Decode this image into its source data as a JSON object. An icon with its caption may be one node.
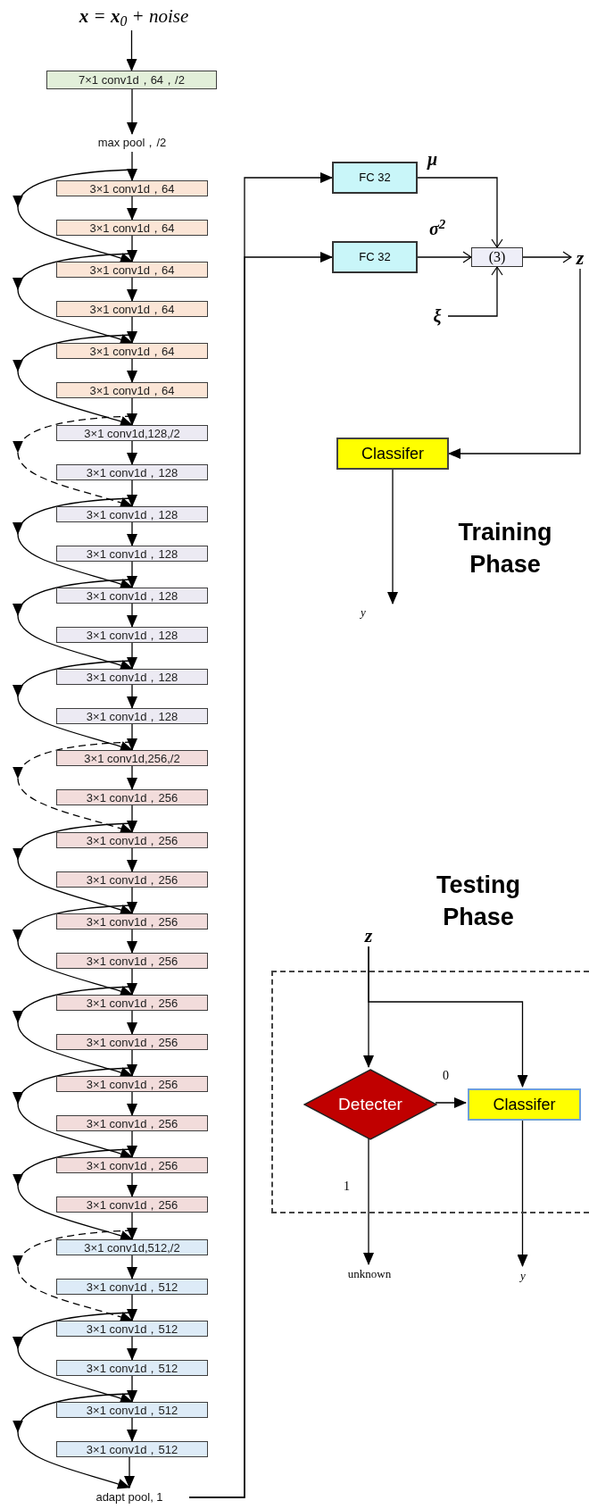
{
  "diagram": {
    "nodes": [
      {
        "text": [
          "**x** = **x**$_{0}$ + noise"
        ]
      },
      {
        "text": [
          "7×1 conv1d，64，/2"
        ]
      },
      {
        "text": [
          "max pool，/2"
        ]
      },
      {
        "text": [
          "3×1 conv1d，64"
        ]
      },
      {
        "text": [
          "3×1 conv1d，64"
        ]
      },
      {
        "text": [
          "3×1 conv1d，64"
        ]
      },
      {
        "text": [
          "3×1 conv1d，64"
        ]
      },
      {
        "text": [
          "3×1 conv1d，64"
        ]
      },
      {
        "text": [
          "3×1 conv1d，64"
        ]
      },
      {
        "text": [
          "3×1 conv1d,128,/2"
        ]
      },
      {
        "text": [
          "3×1 conv1d，128"
        ]
      },
      {
        "text": [
          "3×1 conv1d，128"
        ]
      },
      {
        "text": [
          "3×1 conv1d，128"
        ]
      },
      {
        "text": [
          "3×1 conv1d，128"
        ]
      },
      {
        "text": [
          "3×1 conv1d，128"
        ]
      },
      {
        "text": [
          "3×1 conv1d，128"
        ]
      },
      {
        "text": [
          "3×1 conv1d，128"
        ]
      },
      {
        "text": [
          "3×1 conv1d,256,/2"
        ]
      },
      {
        "text": [
          "3×1 conv1d，256"
        ]
      },
      {
        "text": [
          "3×1 conv1d，256"
        ]
      },
      {
        "text": [
          "3×1 conv1d，256"
        ]
      },
      {
        "text": [
          "3×1 conv1d，256"
        ]
      },
      {
        "text": [
          "3×1 conv1d，256"
        ]
      },
      {
        "text": [
          "3×1 conv1d，256"
        ]
      },
      {
        "text": [
          "3×1 conv1d，256"
        ]
      },
      {
        "text": [
          "3×1 conv1d，256"
        ]
      },
      {
        "text": [
          "3×1 conv1d，256"
        ]
      },
      {
        "text": [
          "3×1 conv1d，256"
        ]
      },
      {
        "text": [
          "3×1 conv1d，256"
        ]
      },
      {
        "text": [
          "3×1 conv1d,512,/2"
        ]
      },
      {
        "text": [
          "3×1 conv1d，512"
        ]
      },
      {
        "text": [
          "3×1 conv1d，512"
        ]
      },
      {
        "text": [
          "3×1 conv1d，512"
        ]
      },
      {
        "text": [
          "3×1 conv1d，512"
        ]
      },
      {
        "text": [
          "3×1 conv1d，512"
        ]
      },
      {
        "text": [
          "adapt pool, 1"
        ]
      },
      {
        "text": [
          "FC 32"
        ]
      },
      {
        "text": [
          "FC 32"
        ]
      },
      {
        "text": [
          "(3)"
        ]
      },
      {
        "text": [
          "z"
        ]
      },
      {
        "text": [
          "ξ"
        ]
      },
      {
        "text": [
          "Classifer"
        ]
      },
      {
        "text": [
          "y"
        ]
      },
      {
        "text": [
          "z"
        ]
      },
      {
        "text": [],
        "shape": "box"
      },
      {
        "text": [
          "Detecter"
        ],
        "in": 44
      },
      {
        "text": [
          "Classifer"
        ],
        "in": 44
      },
      {
        "text": [
          "unknown"
        ]
      },
      {
        "text": [
          "y"
        ]
      }
    ],
    "edges": [
      {
        "from": 0,
        "to": 1,
        "arrow": "to"
      },
      {
        "from": 1,
        "to": 2,
        "arrow": "to"
      },
      {
        "from": 2,
        "to": 3,
        "arrow": "to"
      },
      {
        "from": 3,
        "to": 4,
        "arrow": "to"
      },
      {
        "from": 4,
        "to": 5,
        "arrow": "to"
      },
      {
        "from": 5,
        "to": 6,
        "arrow": "to"
      },
      {
        "from": 6,
        "to": 7,
        "arrow": "to"
      },
      {
        "from": 7,
        "to": 8,
        "arrow": "to"
      },
      {
        "from": 8,
        "to": 9,
        "arrow": "to"
      },
      {
        "from": 9,
        "to": 10,
        "arrow": "to"
      },
      {
        "from": 10,
        "to": 11,
        "arrow": "to"
      },
      {
        "from": 11,
        "to": 12,
        "arrow": "to"
      },
      {
        "from": 12,
        "to": 13,
        "arrow": "to"
      },
      {
        "from": 13,
        "to": 14,
        "arrow": "to"
      },
      {
        "from": 14,
        "to": 15,
        "arrow": "to"
      },
      {
        "from": 15,
        "to": 16,
        "arrow": "to"
      },
      {
        "from": 16,
        "to": 17,
        "arrow": "to"
      },
      {
        "from": 17,
        "to": 18,
        "arrow": "to"
      },
      {
        "from": 18,
        "to": 19,
        "arrow": "to"
      },
      {
        "from": 19,
        "to": 20,
        "arrow": "to"
      },
      {
        "from": 20,
        "to": 21,
        "arrow": "to"
      },
      {
        "from": 21,
        "to": 22,
        "arrow": "to"
      },
      {
        "from": 22,
        "to": 23,
        "arrow": "to"
      },
      {
        "from": 23,
        "to": 24,
        "arrow": "to"
      },
      {
        "from": 24,
        "to": 25,
        "arrow": "to"
      },
      {
        "from": 25,
        "to": 26,
        "arrow": "to"
      },
      {
        "from": 26,
        "to": 27,
        "arrow": "to"
      },
      {
        "from": 27,
        "to": 28,
        "arrow": "to"
      },
      {
        "from": 28,
        "to": 29,
        "arrow": "to"
      },
      {
        "from": 29,
        "to": 30,
        "arrow": "to"
      },
      {
        "from": 30,
        "to": 31,
        "arrow": "to"
      },
      {
        "from": 31,
        "to": 32,
        "arrow": "to"
      },
      {
        "from": 32,
        "to": 33,
        "arrow": "to"
      },
      {
        "from": 33,
        "to": 34,
        "arrow": "to"
      },
      {
        "from": 34,
        "to": 35,
        "arrow": "to"
      },
      {
        "from": 2,
        "to": 5,
        "arrow": "to"
      },
      {
        "from": 4,
        "to": 7,
        "arrow": "to"
      },
      {
        "from": 6,
        "to": 9,
        "arrow": "to"
      },
      {
        "from": 8,
        "to": 11,
        "arrow": "to",
        "style": "dashed"
      },
      {
        "from": 10,
        "to": 13,
        "arrow": "to"
      },
      {
        "from": 12,
        "to": 15,
        "arrow": "to"
      },
      {
        "from": 14,
        "to": 17,
        "arrow": "to"
      },
      {
        "from": 16,
        "to": 19,
        "arrow": "to",
        "style": "dashed"
      },
      {
        "from": 18,
        "to": 21,
        "arrow": "to"
      },
      {
        "from": 20,
        "to": 23,
        "arrow": "to"
      },
      {
        "from": 22,
        "to": 25,
        "arrow": "to"
      },
      {
        "from": 24,
        "to": 27,
        "arrow": "to"
      },
      {
        "from": 26,
        "to": 29,
        "arrow": "to"
      },
      {
        "from": 28,
        "to": 31,
        "arrow": "to",
        "style": "dashed"
      },
      {
        "from": 30,
        "to": 33,
        "arrow": "to"
      },
      {
        "from": 32,
        "to": 35,
        "arrow": "to"
      },
      {
        "from": 35,
        "to": 36,
        "arrow": "to"
      },
      {
        "from": 35,
        "to": 37,
        "arrow": "to"
      },
      {
        "from": 36,
        "to": 38,
        "arrow": "to",
        "label": "μ"
      },
      {
        "from": 37,
        "to": 38,
        "arrow": "to",
        "label": "σ$^{2}$"
      },
      {
        "from": 40,
        "to": 38,
        "arrow": "to"
      },
      {
        "from": 38,
        "to": 39,
        "arrow": "to"
      },
      {
        "from": 39,
        "to": 41,
        "arrow": "to"
      },
      {
        "from": 41,
        "to": 42,
        "arrow": "to"
      },
      {
        "from": 43,
        "to": 45,
        "arrow": "to"
      },
      {
        "from": 43,
        "to": 46,
        "arrow": "to"
      },
      {
        "from": 45,
        "to": 46,
        "arrow": "to",
        "label": "0"
      },
      {
        "from": 45,
        "to": 47,
        "arrow": "to",
        "label": "1"
      },
      {
        "from": 46,
        "to": 48,
        "arrow": "to"
      }
    ],
    "labels": [
      "Training Phase",
      "Testing Phase"
    ]
  }
}
